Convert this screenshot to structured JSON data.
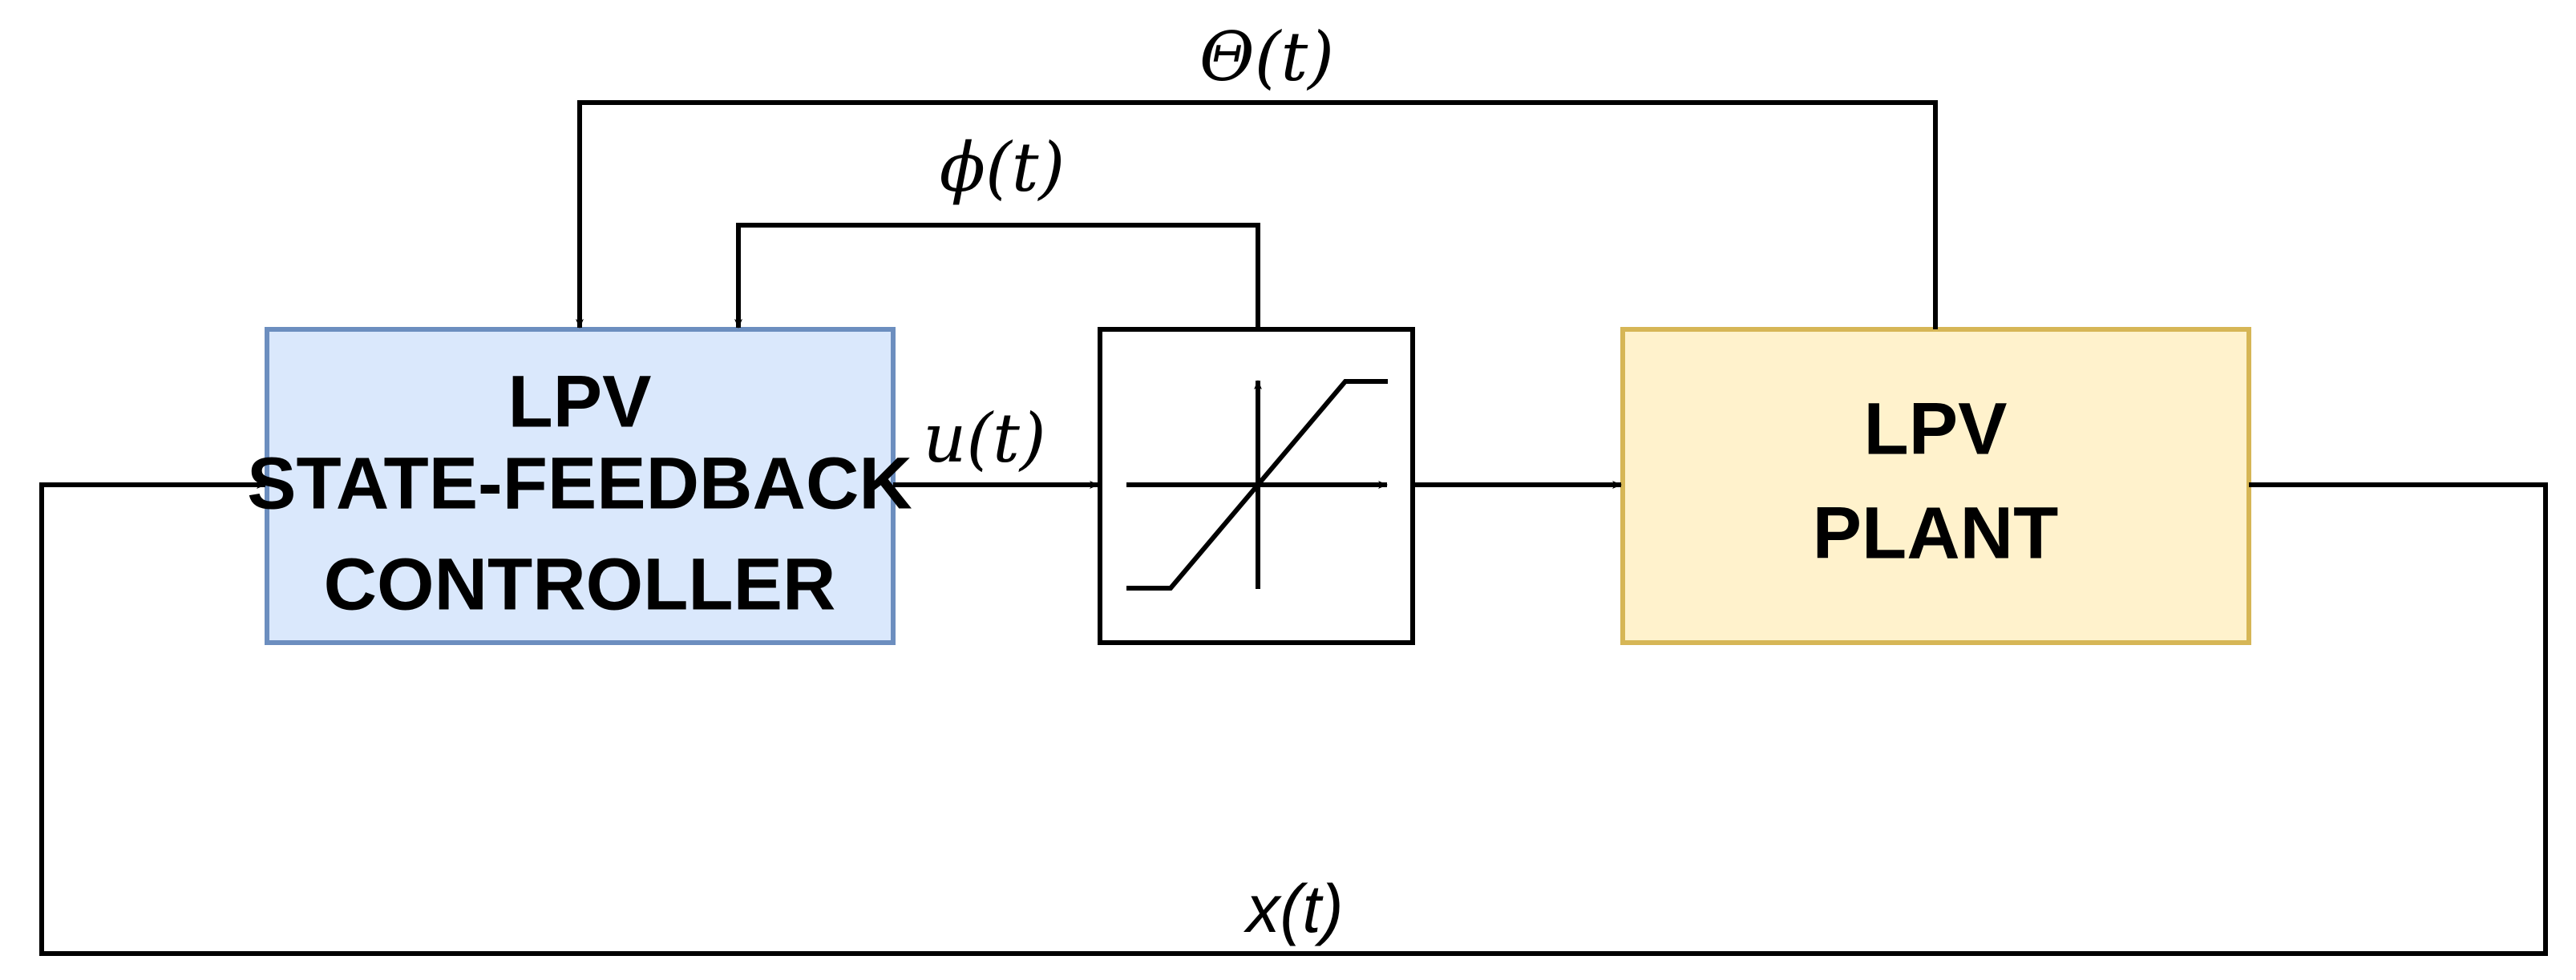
{
  "blocks": {
    "controller": {
      "lines": [
        "LPV",
        "STATE-FEEDBACK",
        "CONTROLLER"
      ],
      "fill": "#dae8fc",
      "stroke": "#6c8ebf"
    },
    "saturation": {
      "icon": "saturation-icon",
      "fill": "#ffffff",
      "stroke": "#000000"
    },
    "plant": {
      "lines": [
        "LPV",
        "PLANT"
      ],
      "fill": "#fff2cc",
      "stroke": "#d6b656"
    }
  },
  "signals": {
    "theta": "Θ(t)",
    "phi": "ϕ(t)",
    "u": "u(t)",
    "x": "x(t)"
  }
}
